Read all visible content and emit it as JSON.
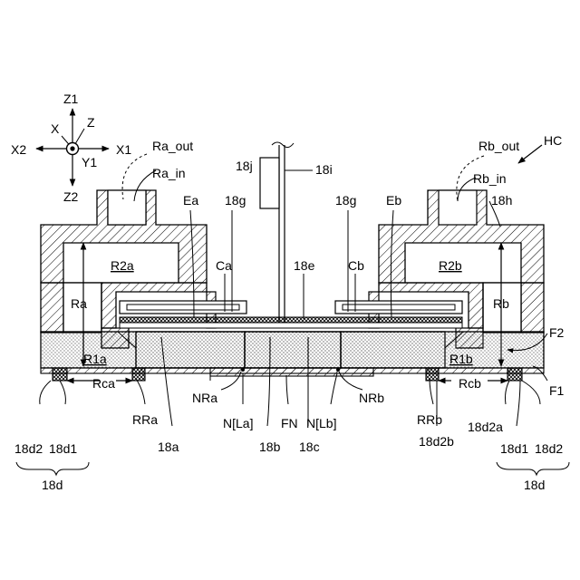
{
  "figure_ref": "HC",
  "axes": {
    "z1": "Z1",
    "z2": "Z2",
    "x1": "X1",
    "x2": "X2",
    "x": "X",
    "z": "Z",
    "y1": "Y1"
  },
  "labels": {
    "ra_out": "Ra_out",
    "ra_in": "Ra_in",
    "rb_out": "Rb_out",
    "rb_in": "Rb_in",
    "l18j": "18j",
    "l18i": "18i",
    "l18g_left": "18g",
    "l18g_right": "18g",
    "l18h": "18h",
    "ea": "Ea",
    "eb": "Eb",
    "r2a": "R2a",
    "r2b": "R2b",
    "ca": "Ca",
    "cb": "Cb",
    "l18e": "18e",
    "ra": "Ra",
    "rb": "Rb",
    "f2": "F2",
    "f1": "F1",
    "r1a": "R1a",
    "r1b": "R1b",
    "rca": "Rca",
    "rcb": "Rcb",
    "nra": "NRa",
    "nrb": "NRb",
    "rra": "RRa",
    "rrb": "RRb",
    "nla": "N[La]",
    "fn": "FN",
    "nlb": "N[Lb]",
    "l18a": "18a",
    "l18b": "18b",
    "l18c": "18c",
    "l18d2_left": "18d2",
    "l18d1_left": "18d1",
    "l18d_left": "18d",
    "l18d2b": "18d2b",
    "l18d2a": "18d2a",
    "l18d1_right": "18d1",
    "l18d2_right": "18d2",
    "l18d_right": "18d"
  }
}
